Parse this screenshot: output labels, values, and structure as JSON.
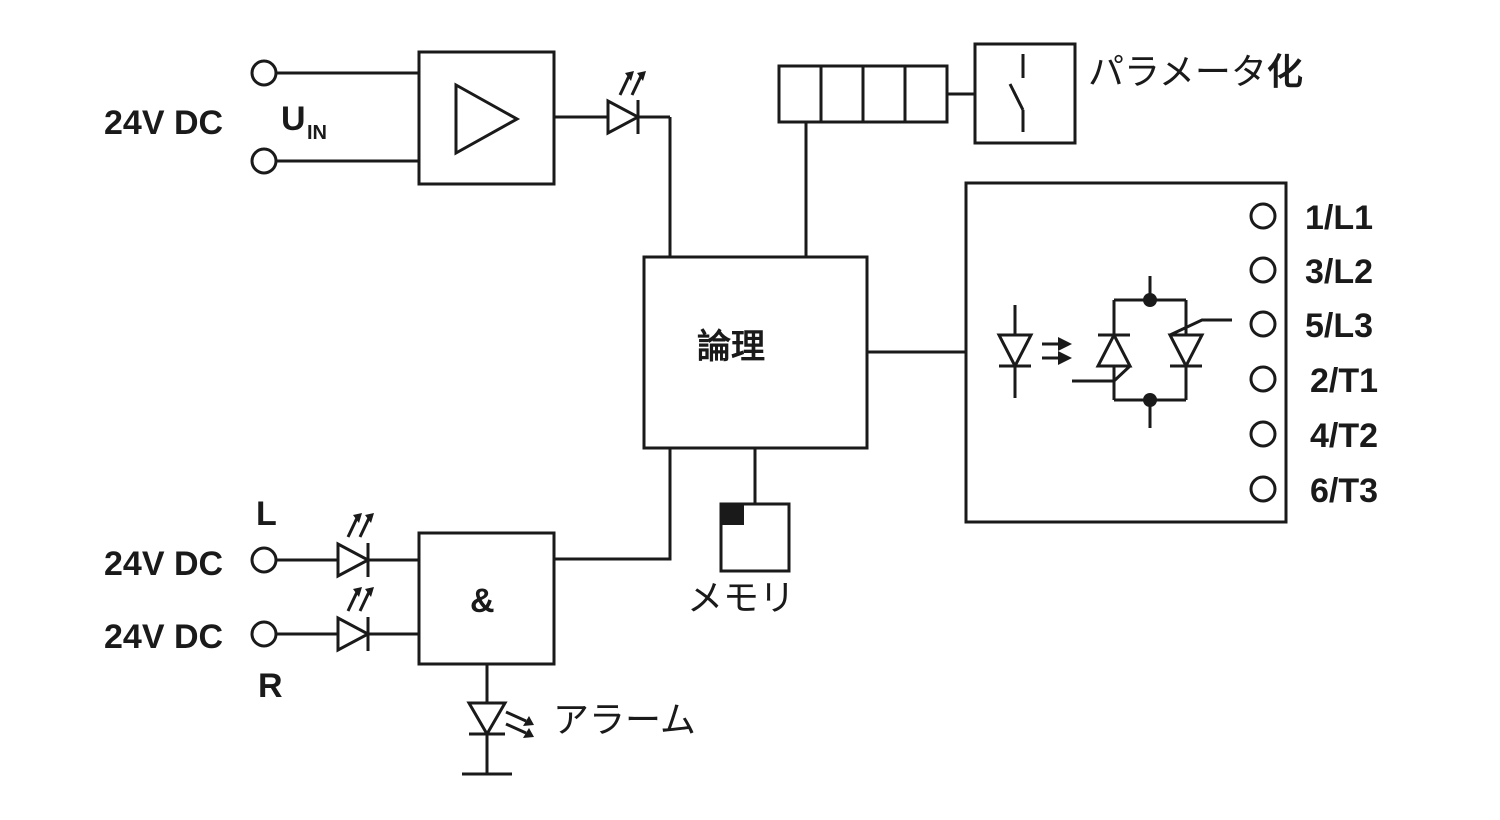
{
  "labels": {
    "supply_voltage": "24V DC",
    "u_in_main": "U",
    "u_in_sub": "IN",
    "parametrization_kana": "パラメータ",
    "parametrization_kanji": "化",
    "logic": "論理",
    "memory": "メモリ",
    "alarm": "アラーム",
    "and_gate": "&",
    "input_left_voltage": "24V DC",
    "input_right_voltage": "24V DC",
    "input_left_letter": "L",
    "input_right_letter": "R"
  },
  "terminals": [
    "1/L1",
    "3/L2",
    "5/L3",
    "2/T1",
    "4/T2",
    "6/T3"
  ]
}
